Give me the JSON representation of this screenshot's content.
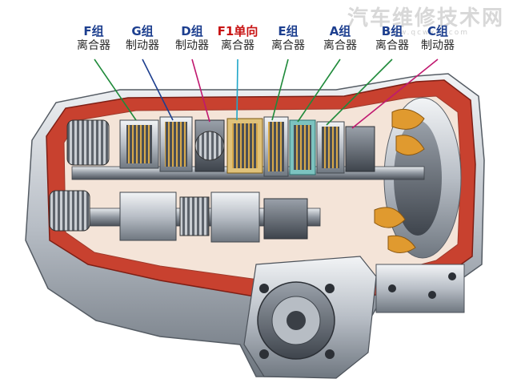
{
  "watermark": {
    "title": "汽车维修技术网",
    "url": "www.qcwxjs.com"
  },
  "labels": [
    {
      "id": "F",
      "line1": "F组",
      "line2": "离合器",
      "color": "#1d3f8f",
      "line_color": "#1f8a3a"
    },
    {
      "id": "G",
      "line1": "G组",
      "line2": "制动器",
      "color": "#1d3f8f",
      "line_color": "#1d3f8f"
    },
    {
      "id": "D",
      "line1": "D组",
      "line2": "制动器",
      "color": "#1d3f8f",
      "line_color": "#c0186f"
    },
    {
      "id": "F1",
      "line1": "F1单向",
      "line2": "离合器",
      "color": "#c81414",
      "line_color": "#21a7c9"
    },
    {
      "id": "E",
      "line1": "E组",
      "line2": "离合器",
      "color": "#1d3f8f",
      "line_color": "#1f8a3a"
    },
    {
      "id": "A",
      "line1": "A组",
      "line2": "离合器",
      "color": "#1d3f8f",
      "line_color": "#1f8a3a"
    },
    {
      "id": "B",
      "line1": "B组",
      "line2": "离合器",
      "color": "#1d3f8f",
      "line_color": "#1f8a3a"
    },
    {
      "id": "C",
      "line1": "C组",
      "line2": "制动器",
      "color": "#1d3f8f",
      "line_color": "#c0186f"
    }
  ]
}
